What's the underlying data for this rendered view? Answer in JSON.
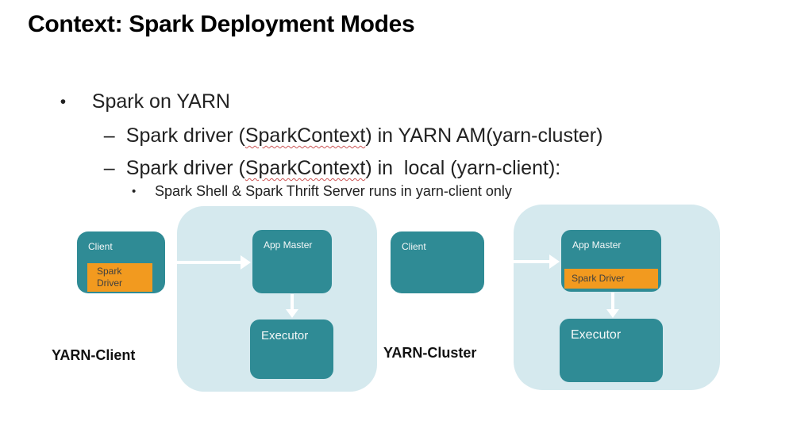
{
  "title": "Context: Spark Deployment Modes",
  "bullets": {
    "glyph_dot": "•",
    "glyph_dash": "–",
    "glyph_sub_dot": "•",
    "level1": "Spark on YARN",
    "items": [
      {
        "pre": "Spark driver (",
        "underlined": "SparkContext",
        "post": ") in YARN AM(yarn-cluster)"
      },
      {
        "pre": "Spark driver (",
        "underlined": "SparkContext",
        "post": ") in  local (yarn-client):"
      }
    ],
    "sub_item": "Spark Shell & Spark Thrift Server runs in yarn-client only"
  },
  "diagram": {
    "left": {
      "label": "YARN-Client",
      "client": "Client",
      "spark_driver": "Spark Driver",
      "app_master": "App Master",
      "executor": "Executor"
    },
    "right": {
      "label": "YARN-Cluster",
      "client": "Client",
      "spark_driver": "Spark Driver",
      "app_master": "App Master",
      "executor": "Executor"
    },
    "colors": {
      "teal": "#2f8b95",
      "light_teal": "#d5e9ee",
      "orange": "#f29a1f",
      "arrow": "#ffffff",
      "squiggle": "#cc5555"
    }
  }
}
